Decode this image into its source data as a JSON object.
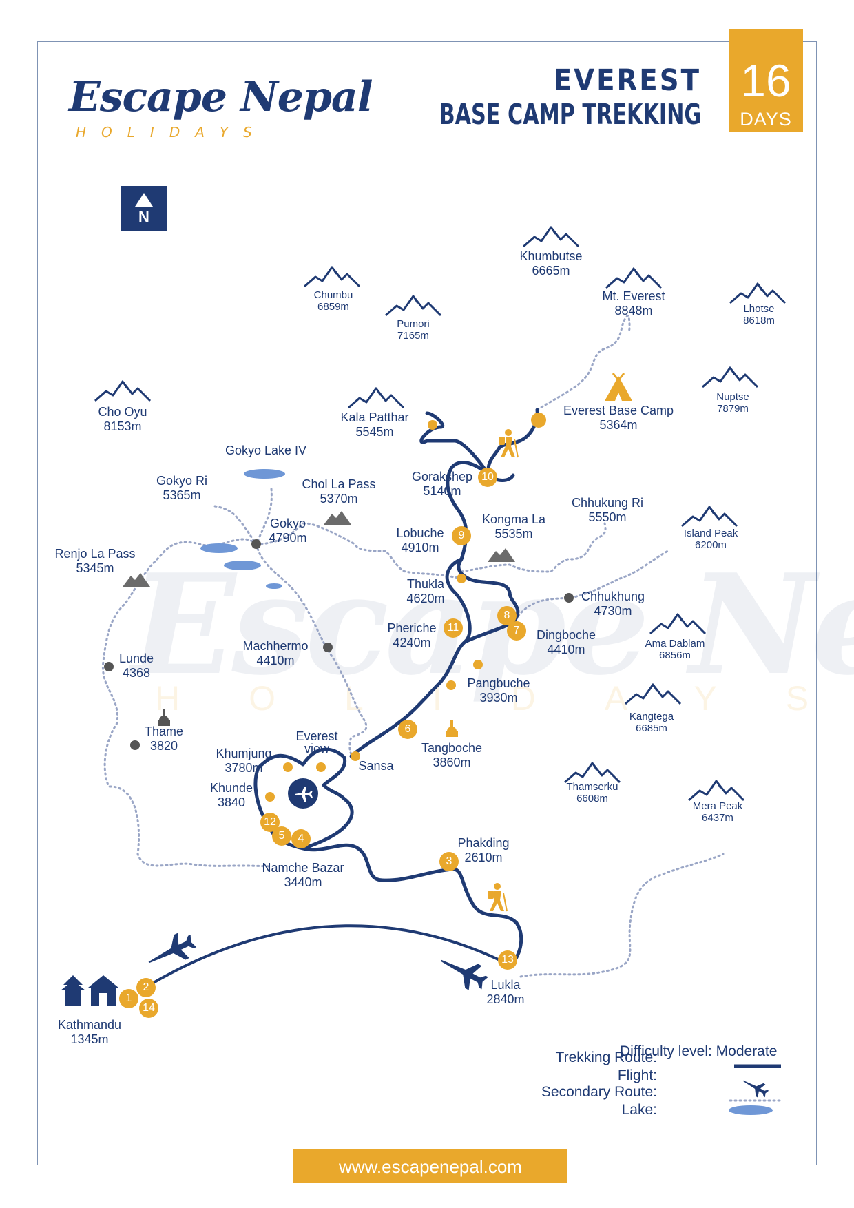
{
  "brand": {
    "logo_main": "Escape Nepal",
    "logo_sub": "HOLIDAYS",
    "website": "www.escapenepal.com"
  },
  "title": {
    "line1": "EVEREST",
    "line2": "BASE CAMP TREKKING",
    "days_number": "16",
    "days_label": "DAYS"
  },
  "north": {
    "label": "N"
  },
  "colors": {
    "navy": "#1f3a73",
    "orange": "#e9a82c",
    "gray": "#555555",
    "secondary": "#9aa6c6",
    "lake": "#6f97d6"
  },
  "peaks": [
    {
      "name": "Khumbutse",
      "elev": "6665m"
    },
    {
      "name": "Chumbu",
      "elev": "6859m"
    },
    {
      "name": "Pumori",
      "elev": "7165m"
    },
    {
      "name": "Mt. Everest",
      "elev": "8848m"
    },
    {
      "name": "Lhotse",
      "elev": "8618m"
    },
    {
      "name": "Cho Oyu",
      "elev": "8153m"
    },
    {
      "name": "Kala Patthar",
      "elev": "5545m"
    },
    {
      "name": "Nuptse",
      "elev": "7879m"
    },
    {
      "name": "Island Peak",
      "elev": "6200m"
    },
    {
      "name": "Ama Dablam",
      "elev": "6856m"
    },
    {
      "name": "Kangtega",
      "elev": "6685m"
    },
    {
      "name": "Thamserku",
      "elev": "6608m"
    },
    {
      "name": "Mera Peak",
      "elev": "6437m"
    }
  ],
  "places": [
    {
      "name": "Everest Base Camp",
      "elev": "5364m"
    },
    {
      "name": "Gokyo Lake IV",
      "elev": ""
    },
    {
      "name": "Gokyo Ri",
      "elev": "5365m"
    },
    {
      "name": "Chol La Pass",
      "elev": "5370m"
    },
    {
      "name": "Gorakshep",
      "elev": "5140m"
    },
    {
      "name": "Gokyo",
      "elev": "4790m"
    },
    {
      "name": "Chhukung Ri",
      "elev": "5550m"
    },
    {
      "name": "Kongma La",
      "elev": "5535m"
    },
    {
      "name": "Renjo La Pass",
      "elev": "5345m"
    },
    {
      "name": "Lobuche",
      "elev": "4910m"
    },
    {
      "name": "Thukla",
      "elev": "4620m"
    },
    {
      "name": "Chhukhung",
      "elev": "4730m"
    },
    {
      "name": "Pheriche",
      "elev": "4240m"
    },
    {
      "name": "Dingboche",
      "elev": "4410m"
    },
    {
      "name": "Machhermo",
      "elev": "4410m"
    },
    {
      "name": "Lunde",
      "elev": "4368"
    },
    {
      "name": "Pangbuche",
      "elev": "3930m"
    },
    {
      "name": "Thame",
      "elev": "3820"
    },
    {
      "name": "Tangboche",
      "elev": "3860m"
    },
    {
      "name": "Everest",
      "elev": "view"
    },
    {
      "name": "Khumjung",
      "elev": "3780m"
    },
    {
      "name": "Sansa",
      "elev": ""
    },
    {
      "name": "Khunde",
      "elev": "3840"
    },
    {
      "name": "Phakding",
      "elev": "2610m"
    },
    {
      "name": "Namche Bazar",
      "elev": "3440m"
    },
    {
      "name": "Lukla",
      "elev": "2840m"
    },
    {
      "name": "Kathmandu",
      "elev": "1345m"
    }
  ],
  "days": [
    "1",
    "2",
    "3",
    "4",
    "5",
    "6",
    "7",
    "8",
    "9",
    "10",
    "11",
    "12",
    "13",
    "14"
  ],
  "legend": {
    "difficulty": "Difficulty level: Moderate",
    "trekking_route": "Trekking Route:",
    "flight": "Flight:",
    "secondary_route": "Secondary Route:",
    "lake": "Lake:"
  }
}
